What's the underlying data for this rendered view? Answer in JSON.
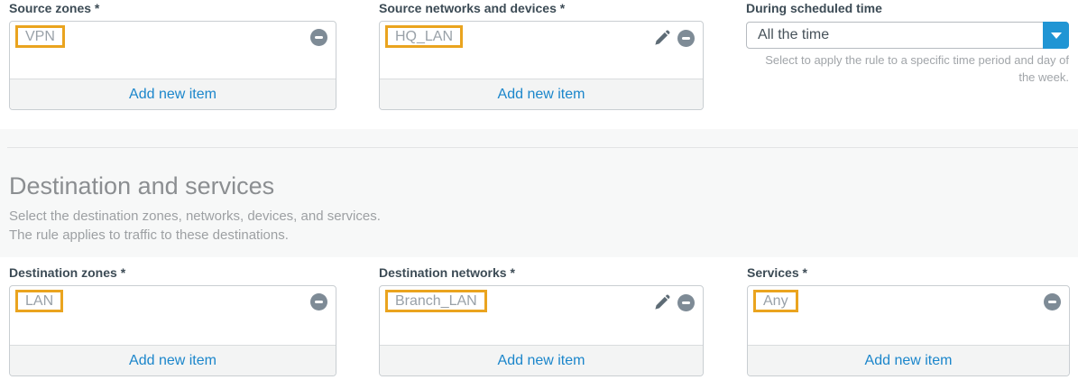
{
  "colors": {
    "accent_blue": "#2095d4",
    "link_blue": "#1b86cb",
    "highlight_orange": "#eaa41f",
    "label_dark": "#3c4b55"
  },
  "icons": {
    "remove": "minus-circle",
    "edit": "pencil",
    "dropdown": "chevron-down"
  },
  "source": {
    "zones": {
      "label": "Source zones",
      "required_mark": "*",
      "items": [
        {
          "name": "VPN"
        }
      ],
      "add_label": "Add new item"
    },
    "networks": {
      "label": "Source networks and devices",
      "required_mark": "*",
      "items": [
        {
          "name": "HQ_LAN"
        }
      ],
      "add_label": "Add new item"
    },
    "schedule": {
      "label": "During scheduled time",
      "selected": "All the time",
      "help": "Select to apply the rule to a specific time period and day of the week."
    }
  },
  "destination": {
    "heading": "Destination and services",
    "description_line1": "Select the destination zones, networks, devices, and services.",
    "description_line2": "The rule applies to traffic to these destinations.",
    "zones": {
      "label": "Destination zones",
      "required_mark": "*",
      "items": [
        {
          "name": "LAN"
        }
      ],
      "add_label": "Add new item"
    },
    "networks": {
      "label": "Destination networks",
      "required_mark": "*",
      "items": [
        {
          "name": "Branch_LAN"
        }
      ],
      "add_label": "Add new item"
    },
    "services": {
      "label": "Services",
      "required_mark": "*",
      "items": [
        {
          "name": "Any"
        }
      ],
      "add_label": "Add new item"
    }
  }
}
